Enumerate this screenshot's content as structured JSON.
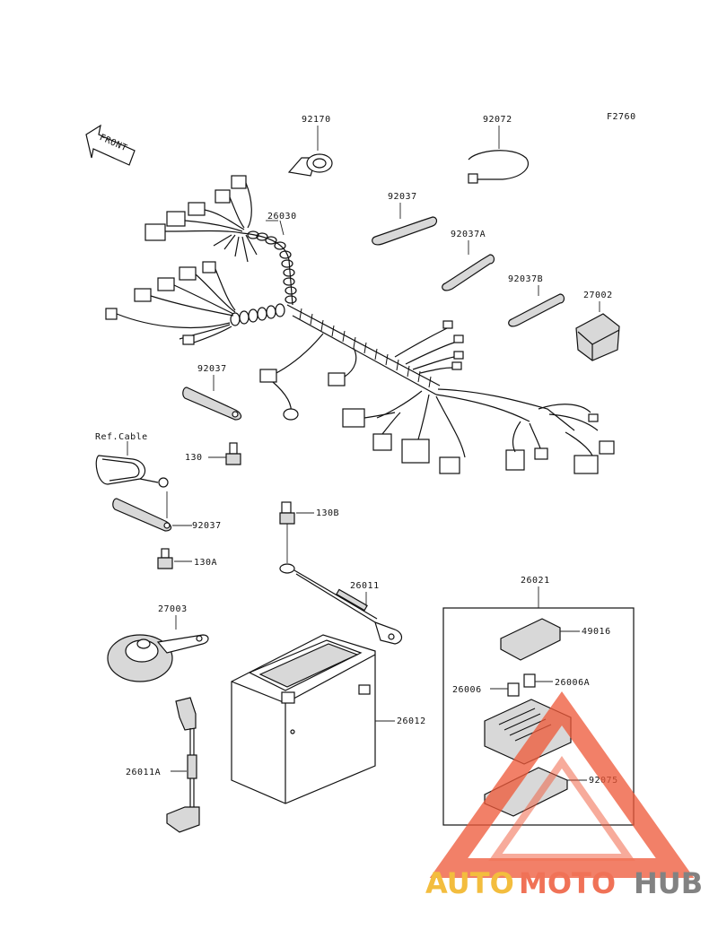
{
  "figure_code": "F2760",
  "front_arrow_label": "FRONT",
  "ref_cable_label": "Ref.Cable",
  "labels": {
    "p92170": "92170",
    "p92072": "92072",
    "p26030": "26030",
    "p92037_top": "92037",
    "p92037A": "92037A",
    "p92037B": "92037B",
    "p27002": "27002",
    "p92037_mid": "92037",
    "p130": "130",
    "p92037_low": "92037",
    "p130A": "130A",
    "p130B": "130B",
    "p26011": "26011",
    "p26021": "26021",
    "p49016": "49016",
    "p26006": "26006",
    "p26006A": "26006A",
    "p27003": "27003",
    "p26012": "26012",
    "p26011A": "26011A",
    "p92075": "92075"
  },
  "watermark": {
    "part1": "AUTO",
    "part2": "MOTO",
    "part3": "HUB",
    "color1": "#f2b21d",
    "color2": "#ee5a3a",
    "color3": "#6d6d6d"
  }
}
